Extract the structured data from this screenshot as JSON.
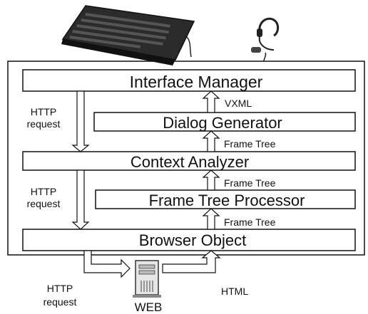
{
  "boxes": {
    "interface_manager": "Interface Manager",
    "dialog_generator": "Dialog Generator",
    "context_analyzer": "Context Analyzer",
    "frame_tree_processor": "Frame Tree Processor",
    "browser_object": "Browser Object"
  },
  "edges": {
    "vxml": "VXML",
    "frame_tree_1": "Frame Tree",
    "frame_tree_2": "Frame Tree",
    "frame_tree_3": "Frame Tree",
    "http_request_1": [
      "HTTP",
      "request"
    ],
    "http_request_2": [
      "HTTP",
      "request"
    ],
    "http_request_3": [
      "HTTP",
      "request"
    ],
    "html": "HTML"
  },
  "web_label": "WEB",
  "icons": [
    "keyboard-icon",
    "headset-icon",
    "web-server-icon"
  ]
}
